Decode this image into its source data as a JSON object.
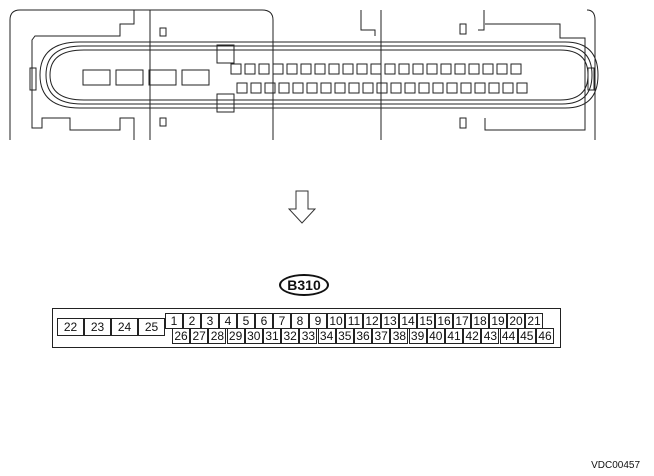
{
  "connector": {
    "id": "B310",
    "drawing": "connector-housing-front-view",
    "top_row_cavities": 21,
    "bottom_row_cavities": 21,
    "large_cavities": 4
  },
  "arrow": "down-arrow",
  "pin_layout": {
    "large_pins": [
      "22",
      "23",
      "24",
      "25"
    ],
    "top_row": [
      "1",
      "2",
      "3",
      "4",
      "5",
      "6",
      "7",
      "8",
      "9",
      "10",
      "11",
      "12",
      "13",
      "14",
      "15",
      "16",
      "17",
      "18",
      "19",
      "20",
      "21"
    ],
    "bottom_row": [
      "26",
      "27",
      "28",
      "29",
      "30",
      "31",
      "32",
      "33",
      "34",
      "35",
      "36",
      "37",
      "38",
      "39",
      "40",
      "41",
      "42",
      "43",
      "44",
      "45",
      "46"
    ]
  },
  "reference_code": "VDC00457"
}
